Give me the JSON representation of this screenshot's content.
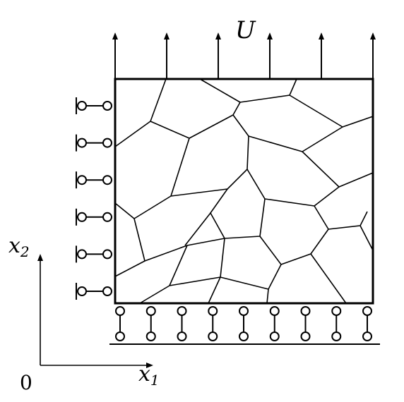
{
  "labels": {
    "load": "U",
    "axis_y_base": "x",
    "axis_y_sub": "2",
    "axis_x_base": "x",
    "axis_x_sub": "1",
    "origin": "0"
  },
  "counts": {
    "load_arrows": 6,
    "left_rollers": 6,
    "bottom_supports": 9
  },
  "colors": {
    "stroke": "#000000",
    "background": "#ffffff"
  }
}
